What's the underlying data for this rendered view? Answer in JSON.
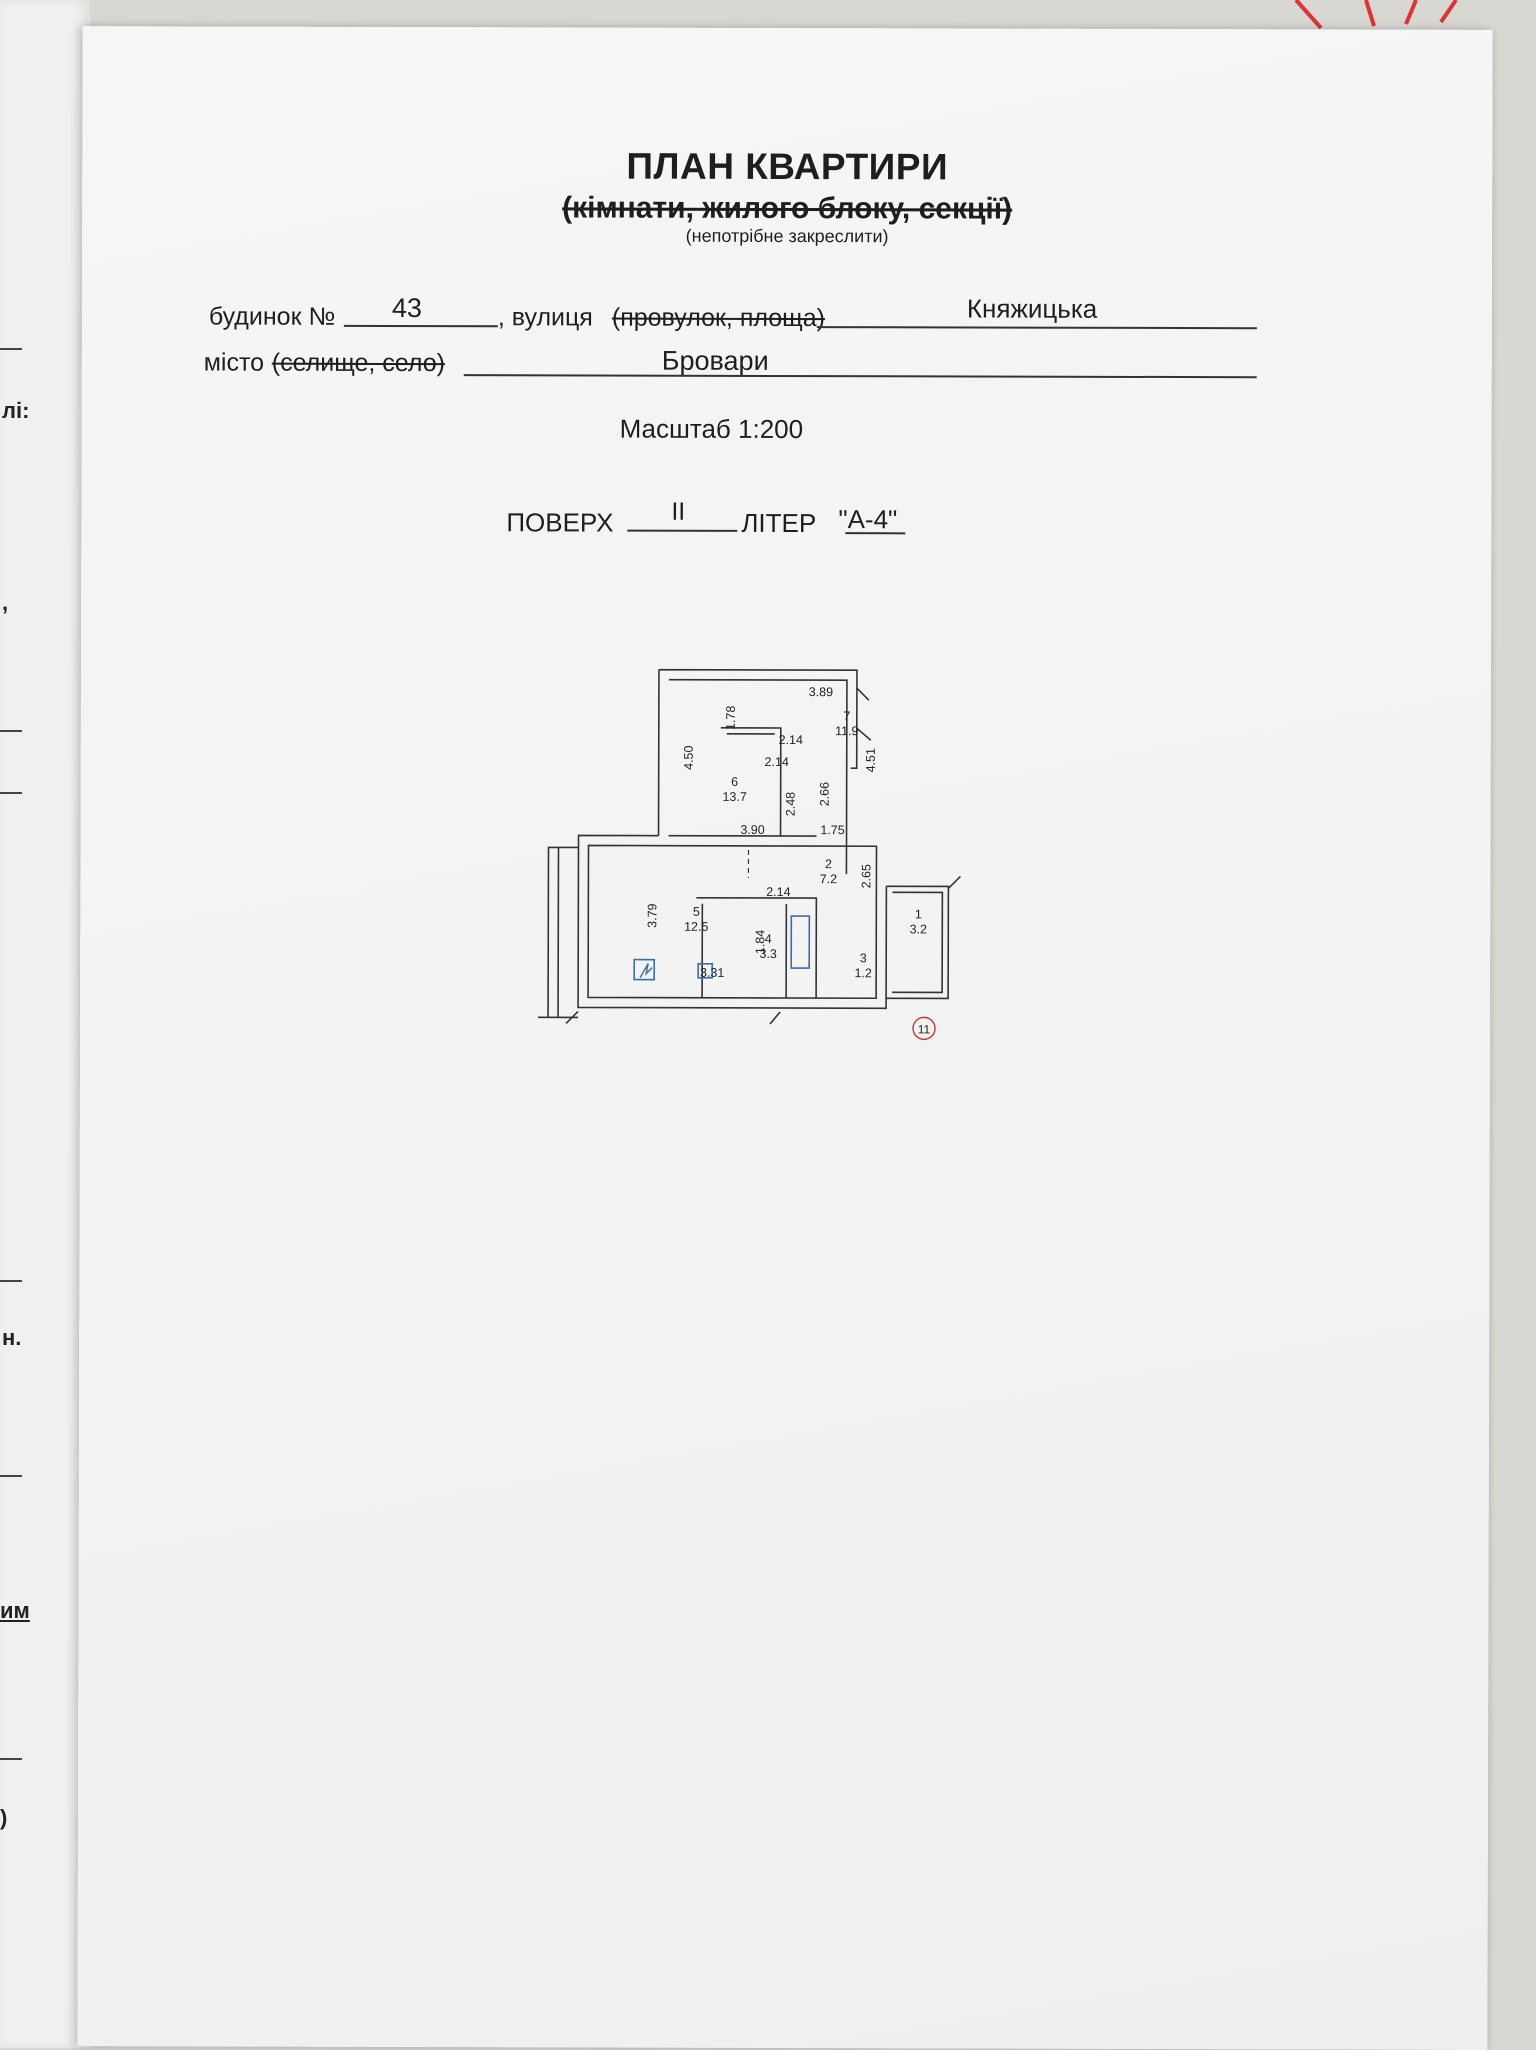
{
  "header": {
    "title": "ПЛАН КВАРТИРИ",
    "subtitle": "(кімнати, жилого блоку, секції)",
    "hint": "(непотрібне закреслити)"
  },
  "address": {
    "house_label": "будинок №",
    "house_number": "43",
    "street_label": ", вулиця",
    "street_struck": "(провулок, площа)",
    "street_value": "Княжицька",
    "city_label": "місто",
    "city_struck": "(селище, село)",
    "city_value": "Бровари"
  },
  "scale": "Масштаб 1:200",
  "floor": {
    "floor_label": "ПОВЕРХ",
    "floor_value": "II",
    "letter_label": "ЛІТЕР",
    "letter_value": "\"А-4\""
  },
  "plan": {
    "rooms": [
      {
        "number": "1",
        "area": "3.2"
      },
      {
        "number": "2",
        "area": "7.2"
      },
      {
        "number": "3",
        "area": "1.2"
      },
      {
        "number": "4",
        "area": "3.3"
      },
      {
        "number": "5",
        "area": "12.5"
      },
      {
        "number": "6",
        "area": "13.7"
      },
      {
        "number": "7",
        "area": "11.9"
      }
    ],
    "dimensions": [
      "3.89",
      "1.78",
      "2.14",
      "2.14",
      "4.50",
      "4.51",
      "2.48",
      "2.66",
      "3.90",
      "1.75",
      "2.65",
      "3.79",
      "2.14",
      "1.84",
      "3.31"
    ],
    "marker": "11"
  },
  "left_page_fragments": [
    "лі:",
    ",",
    "н.",
    "им",
    ")"
  ]
}
